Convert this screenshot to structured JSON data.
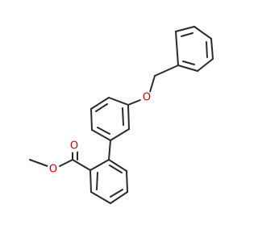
{
  "molecule": {
    "atom_labels": {
      "ether_oxygen": "O",
      "carbonyl_oxygen": "O",
      "ester_oxygen": "O"
    },
    "colors": {
      "bond": "#2b2b2b",
      "oxygen": "#d40000",
      "background": "#ffffff"
    }
  }
}
